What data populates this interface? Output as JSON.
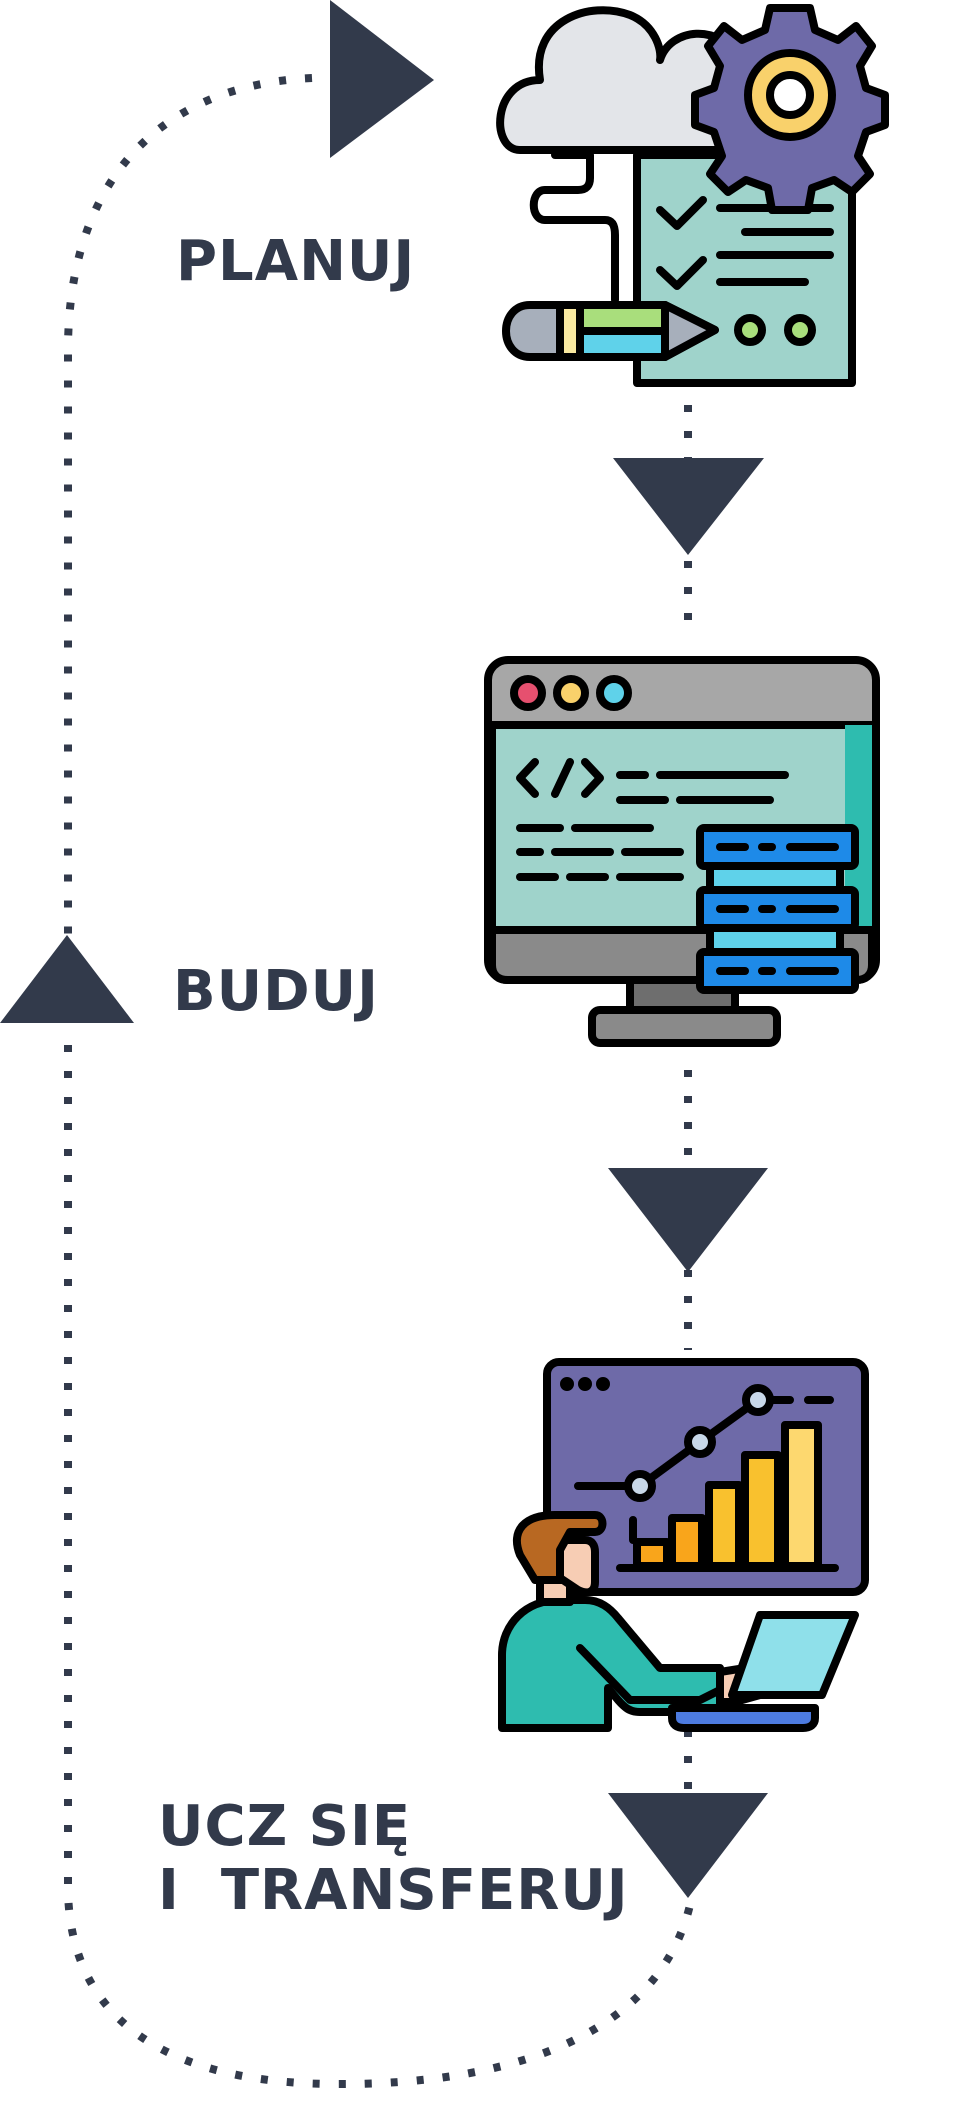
{
  "steps": [
    {
      "id": "plan",
      "label": "PLANUJ",
      "icon": "planning-document-gear-icon"
    },
    {
      "id": "build",
      "label": "BUDUJ",
      "icon": "monitor-code-server-icon"
    },
    {
      "id": "learn",
      "label_line1": "UCZ SIĘ",
      "label_line2": "I  TRANSFERUJ",
      "icon": "person-laptop-analytics-icon"
    }
  ],
  "colors": {
    "text": "#323a4b",
    "arrow": "#323a4b",
    "cloud": "#e3e5e9",
    "gear": "#6e6aa8",
    "gear_center": "#f9d16b",
    "document": "#9fd3cb",
    "pencil_green": "#a9de7c",
    "pencil_blue": "#5fd2ea",
    "pencil_yellow": "#f9e9a0",
    "monitor_frame": "#a7a7a7",
    "monitor_screen": "#9fd3cb",
    "server_blue": "#1e8ae8",
    "chart_board": "#6e6aa8",
    "chart_bar_orange": "#f9a51b",
    "chart_bar_yellow": "#fdd86f",
    "person_shirt": "#2ebcaf",
    "person_hair": "#b86822",
    "person_skin": "#f7cdb4",
    "laptop_screen": "#8fe0ea"
  }
}
